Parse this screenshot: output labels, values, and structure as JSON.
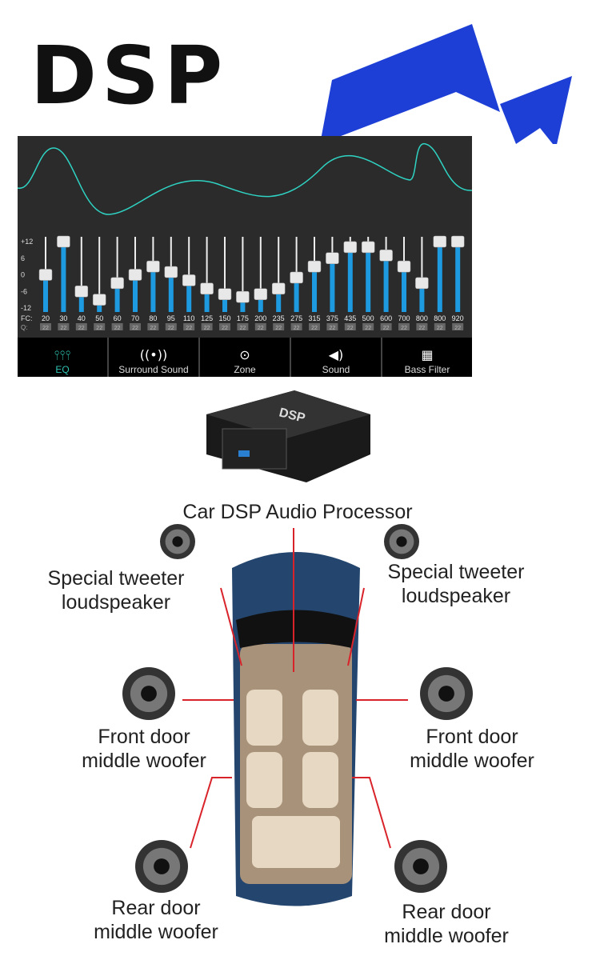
{
  "title": "DSP",
  "accent": "#1e9be0",
  "eq": {
    "y_ticks": [
      "+12",
      "6",
      "0",
      "-6",
      "-12"
    ],
    "fc_label": "FC:",
    "q_label": "Q:",
    "bands": [
      {
        "fc": "20",
        "gain": 0,
        "q": "22"
      },
      {
        "fc": "30",
        "gain": 12,
        "q": "22"
      },
      {
        "fc": "40",
        "gain": -6,
        "q": "22"
      },
      {
        "fc": "50",
        "gain": -9,
        "q": "22"
      },
      {
        "fc": "60",
        "gain": -3,
        "q": "22"
      },
      {
        "fc": "70",
        "gain": 0,
        "q": "22"
      },
      {
        "fc": "80",
        "gain": 3,
        "q": "22"
      },
      {
        "fc": "95",
        "gain": 1,
        "q": "22"
      },
      {
        "fc": "110",
        "gain": -2,
        "q": "22"
      },
      {
        "fc": "125",
        "gain": -5,
        "q": "22"
      },
      {
        "fc": "150",
        "gain": -7,
        "q": "22"
      },
      {
        "fc": "175",
        "gain": -8,
        "q": "22"
      },
      {
        "fc": "200",
        "gain": -7,
        "q": "22"
      },
      {
        "fc": "235",
        "gain": -5,
        "q": "22"
      },
      {
        "fc": "275",
        "gain": -1,
        "q": "22"
      },
      {
        "fc": "315",
        "gain": 3,
        "q": "22"
      },
      {
        "fc": "375",
        "gain": 6,
        "q": "22"
      },
      {
        "fc": "435",
        "gain": 10,
        "q": "22"
      },
      {
        "fc": "500",
        "gain": 10,
        "q": "22"
      },
      {
        "fc": "600",
        "gain": 7,
        "q": "22"
      },
      {
        "fc": "700",
        "gain": 3,
        "q": "22"
      },
      {
        "fc": "800",
        "gain": -3,
        "q": "22"
      },
      {
        "fc": "800",
        "gain": 12,
        "q": "22"
      },
      {
        "fc": "920",
        "gain": 12,
        "q": "22"
      }
    ],
    "tabs": [
      {
        "label": "EQ",
        "icon": "equalizer-icon",
        "active": true
      },
      {
        "label": "Surround Sound",
        "icon": "surround-icon"
      },
      {
        "label": "Zone",
        "icon": "zone-target-icon"
      },
      {
        "label": "Sound",
        "icon": "speaker-icon"
      },
      {
        "label": "Bass Filter",
        "icon": "bass-filter-icon"
      }
    ]
  },
  "diagram": {
    "processor": "Car DSP Audio Processor",
    "tweeter_left": [
      "Special tweeter",
      "loudspeaker"
    ],
    "tweeter_right": [
      "Special tweeter",
      "loudspeaker"
    ],
    "front_left": [
      "Front door",
      "middle woofer"
    ],
    "front_right": [
      "Front door",
      "middle woofer"
    ],
    "rear_left": [
      "Rear door",
      "middle woofer"
    ],
    "rear_right": [
      "Rear door",
      "middle woofer"
    ]
  }
}
